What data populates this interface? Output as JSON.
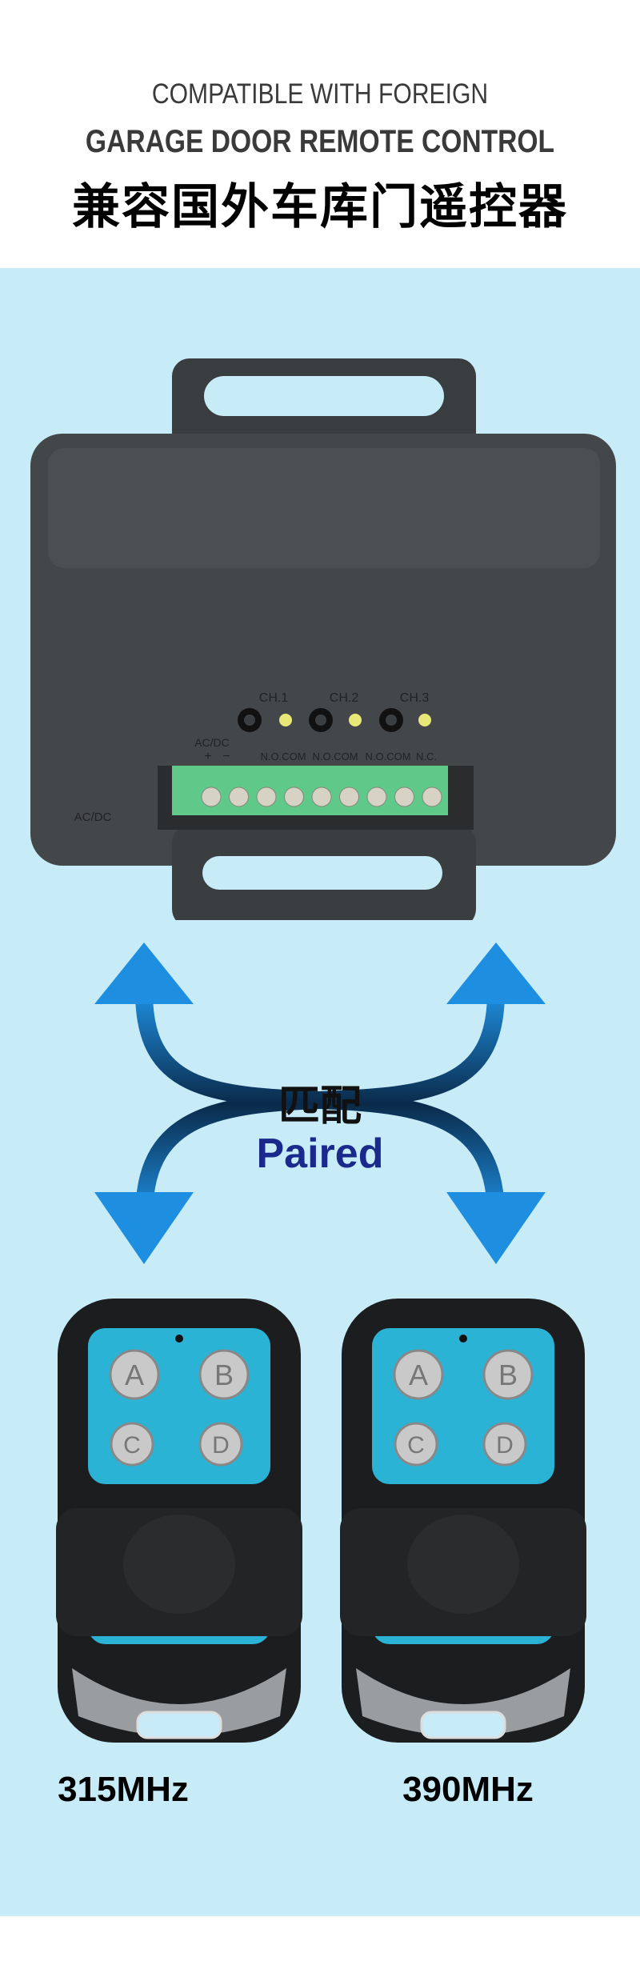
{
  "header": {
    "line1": "COMPATIBLE WITH FOREIGN",
    "line2": "GARAGE DOOR REMOTE CONTROL",
    "line3": "兼容国外车库门遥控器"
  },
  "receiver": {
    "channels": [
      "CH.1",
      "CH.2",
      "CH.3"
    ],
    "power_label": "AC/DC",
    "polarity": [
      "+",
      "−"
    ],
    "terminals": [
      "N.O.COM",
      "N.O.COM",
      "N.O.COM",
      "N.C."
    ],
    "corner_label": "AC/DC"
  },
  "pairing": {
    "label_cn": "匹配",
    "label_en": "Paired"
  },
  "remotes": [
    {
      "frequency": "315MHz",
      "buttons": [
        "A",
        "B",
        "C",
        "D"
      ]
    },
    {
      "frequency": "390MHz",
      "buttons": [
        "A",
        "B",
        "C",
        "D"
      ]
    }
  ],
  "colors": {
    "band": "#c7ecf8",
    "accent_blue": "#1a2a8c",
    "remote_panel": "#2bb3d6"
  }
}
